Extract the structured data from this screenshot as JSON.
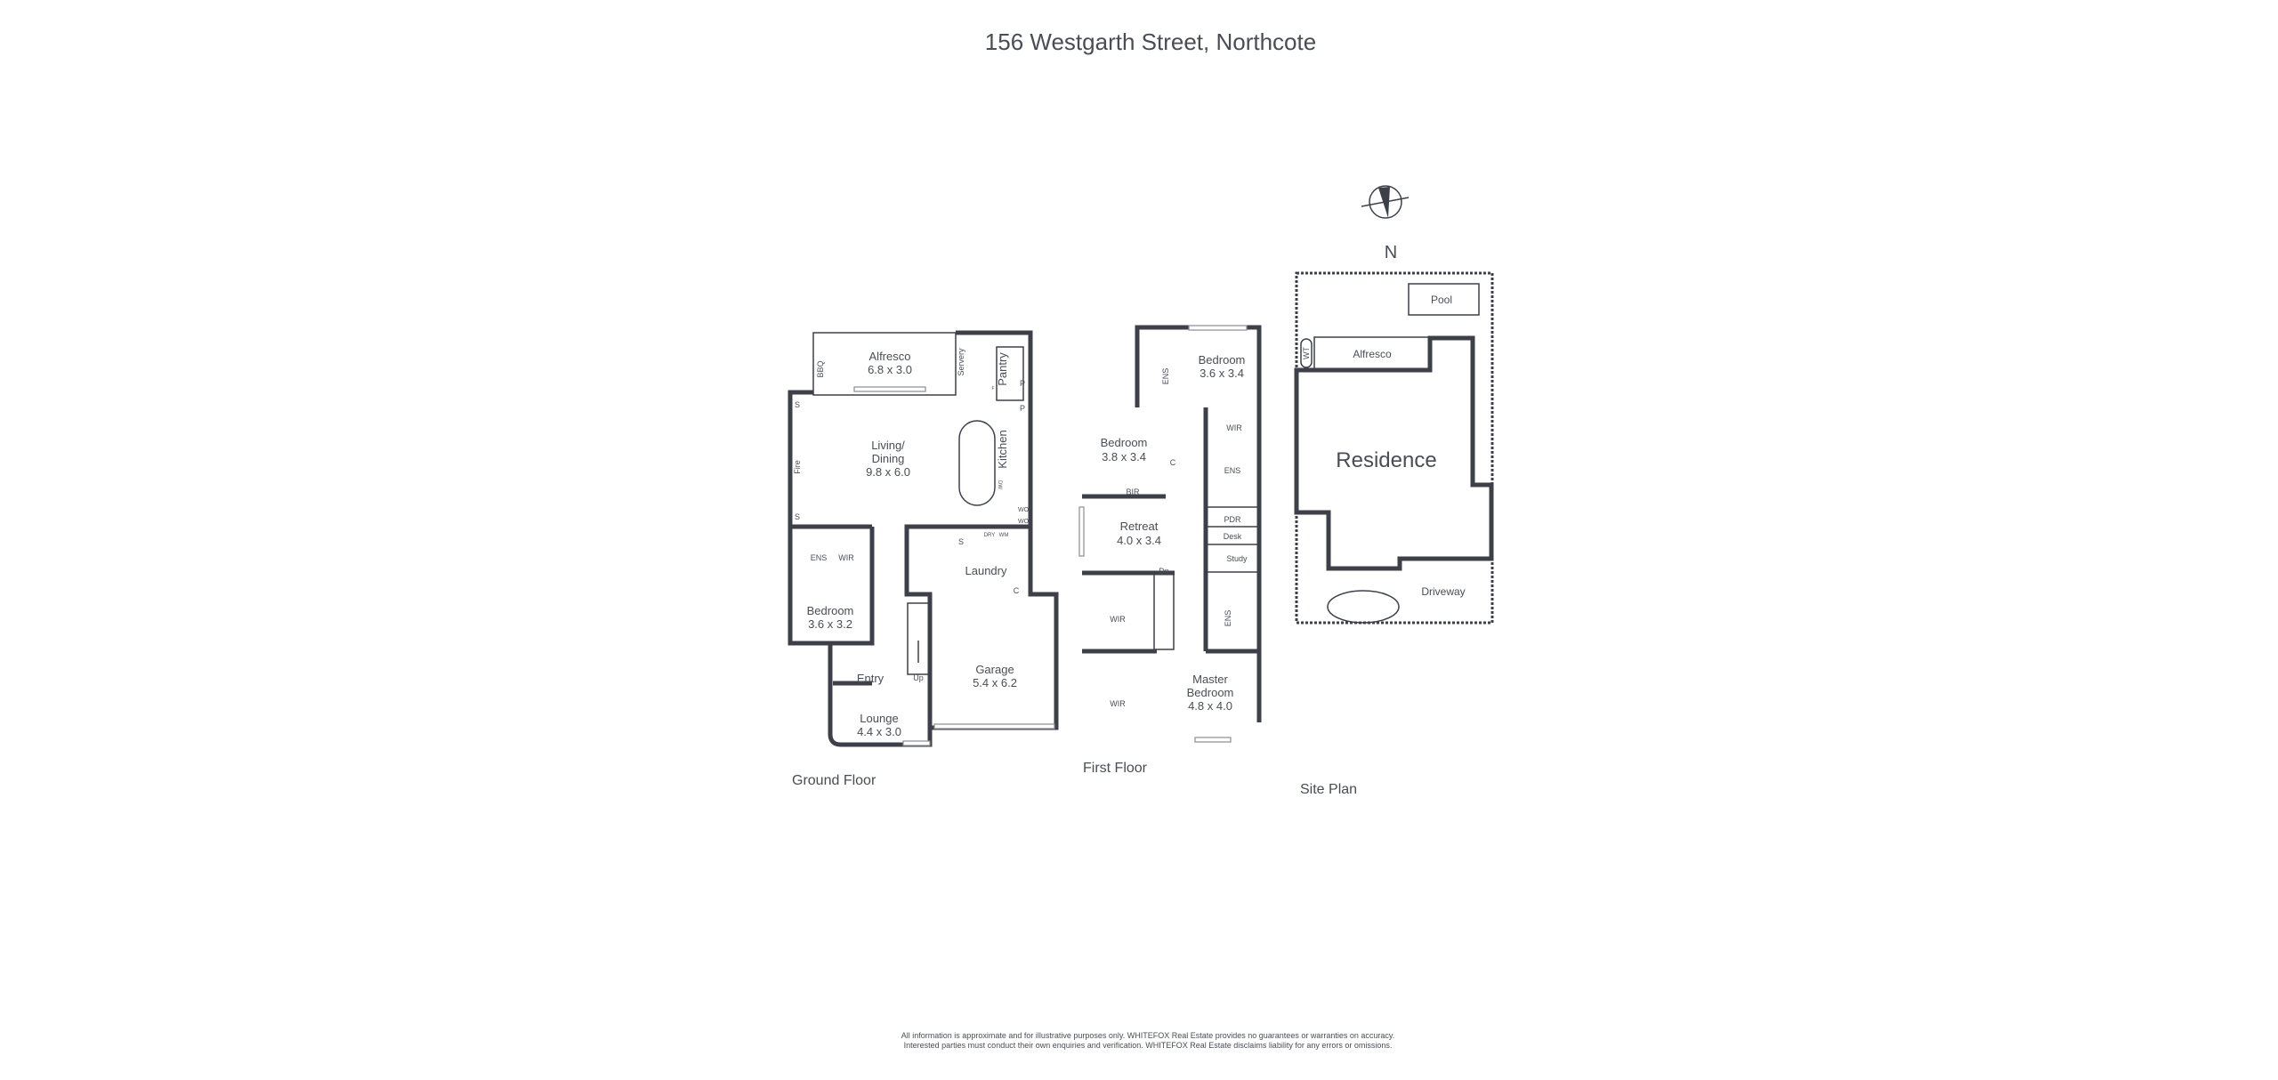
{
  "title": "156 Westgarth Street, Northcote",
  "ground_floor": {
    "label": "Ground Floor",
    "rooms": {
      "alfresco": "Alfresco",
      "alfresco_size": "6.8 x 3.0",
      "living1": "Living/",
      "living2": "Dining",
      "living_size": "9.8 x 6.0",
      "kitchen": "Kitchen",
      "pantry": "Pantry",
      "servery": "Servery",
      "bedroom": "Bedroom",
      "bedroom_size": "3.6 x 3.2",
      "ens": "ENS",
      "wir": "WIR",
      "entry": "Entry",
      "lounge": "Lounge",
      "lounge_size": "4.4 x 3.0",
      "garage": "Garage",
      "garage_size": "5.4 x 6.2",
      "laundry": "Laundry",
      "up": "Up"
    },
    "fixtures": {
      "bbq": "BBQ",
      "fire": "Fire",
      "s": "S",
      "p": "P",
      "dw": "DW",
      "wo": "WO",
      "dry": "DRY",
      "wm": "WM",
      "c": "C",
      "f": "F"
    }
  },
  "first_floor": {
    "label": "First Floor",
    "rooms": {
      "bedroom_a": "Bedroom",
      "bedroom_a_size": "3.6 x 3.4",
      "ens_a": "ENS",
      "bedroom_b": "Bedroom",
      "bedroom_b_size": "3.8 x 3.4",
      "bir": "BIR",
      "c": "C",
      "wir_a": "WIR",
      "ens_b": "ENS",
      "pdr": "PDR",
      "desk": "Desk",
      "study": "Study",
      "retreat": "Retreat",
      "retreat_size": "4.0 x 3.4",
      "dn": "Dn",
      "wir_b": "WIR",
      "ens_c": "ENS",
      "wir_c": "WIR",
      "master1": "Master",
      "master2": "Bedroom",
      "master_size": "4.8 x 4.0"
    }
  },
  "site_plan": {
    "label": "Site Plan",
    "north": "N",
    "pool": "Pool",
    "alfresco": "Alfresco",
    "residence": "Residence",
    "driveway": "Driveway",
    "wt": "WT"
  },
  "disclaimer": {
    "line1": "All information is approximate and for illustrative purposes only. WHITEFOX Real Estate provides no guarantees or warranties on accuracy.",
    "line2": "Interested parties must conduct their own enquiries and verification. WHITEFOX Real Estate disclaims liability for any errors or omissions."
  }
}
